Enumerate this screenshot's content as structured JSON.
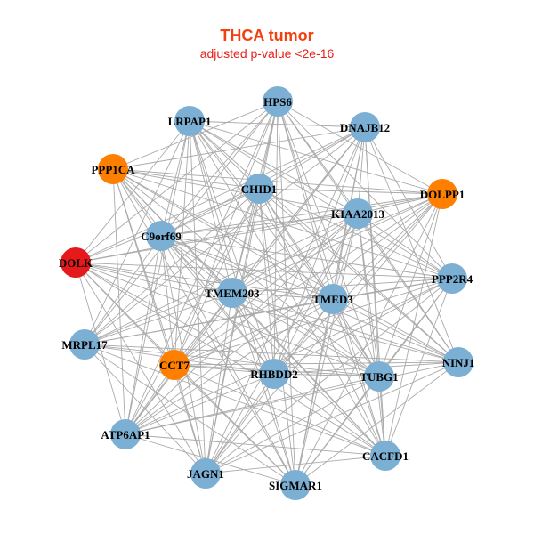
{
  "title": "THCA tumor",
  "subtitle": "adjusted p-value <2e-16",
  "colors": {
    "default": "#7bafd4",
    "orange": "#ff7f00",
    "red": "#e41a1c",
    "edge": "#aaaaaa"
  },
  "nodes": [
    {
      "id": "HPS6",
      "color": "default"
    },
    {
      "id": "LRPAP1",
      "color": "default"
    },
    {
      "id": "DNAJB12",
      "color": "default"
    },
    {
      "id": "PPP1CA",
      "color": "orange"
    },
    {
      "id": "CHID1",
      "color": "default"
    },
    {
      "id": "DOLPP1",
      "color": "orange"
    },
    {
      "id": "KIAA2013",
      "color": "default"
    },
    {
      "id": "C9orf69",
      "color": "default"
    },
    {
      "id": "DOLK",
      "color": "red"
    },
    {
      "id": "PPP2R4",
      "color": "default"
    },
    {
      "id": "TMEM203",
      "color": "default"
    },
    {
      "id": "TMED3",
      "color": "default"
    },
    {
      "id": "MRPL17",
      "color": "default"
    },
    {
      "id": "CCT7",
      "color": "orange"
    },
    {
      "id": "NINJ1",
      "color": "default"
    },
    {
      "id": "TUBG1",
      "color": "default"
    },
    {
      "id": "RHBDD2",
      "color": "default"
    },
    {
      "id": "ATP6AP1",
      "color": "default"
    },
    {
      "id": "CACFD1",
      "color": "default"
    },
    {
      "id": "JAGN1",
      "color": "default"
    },
    {
      "id": "SIGMAR1",
      "color": "default"
    }
  ],
  "missing_edges": [
    [
      0,
      1
    ],
    [
      0,
      2
    ],
    [
      1,
      3
    ],
    [
      3,
      8
    ],
    [
      8,
      12
    ],
    [
      12,
      17
    ],
    [
      17,
      19
    ],
    [
      19,
      20
    ],
    [
      20,
      18
    ],
    [
      18,
      14
    ],
    [
      14,
      9
    ],
    [
      9,
      5
    ],
    [
      5,
      2
    ],
    [
      1,
      0
    ],
    [
      4,
      6
    ],
    [
      7,
      8
    ],
    [
      13,
      12
    ],
    [
      15,
      14
    ],
    [
      16,
      20
    ],
    [
      2,
      0
    ],
    [
      3,
      12
    ],
    [
      5,
      14
    ]
  ]
}
